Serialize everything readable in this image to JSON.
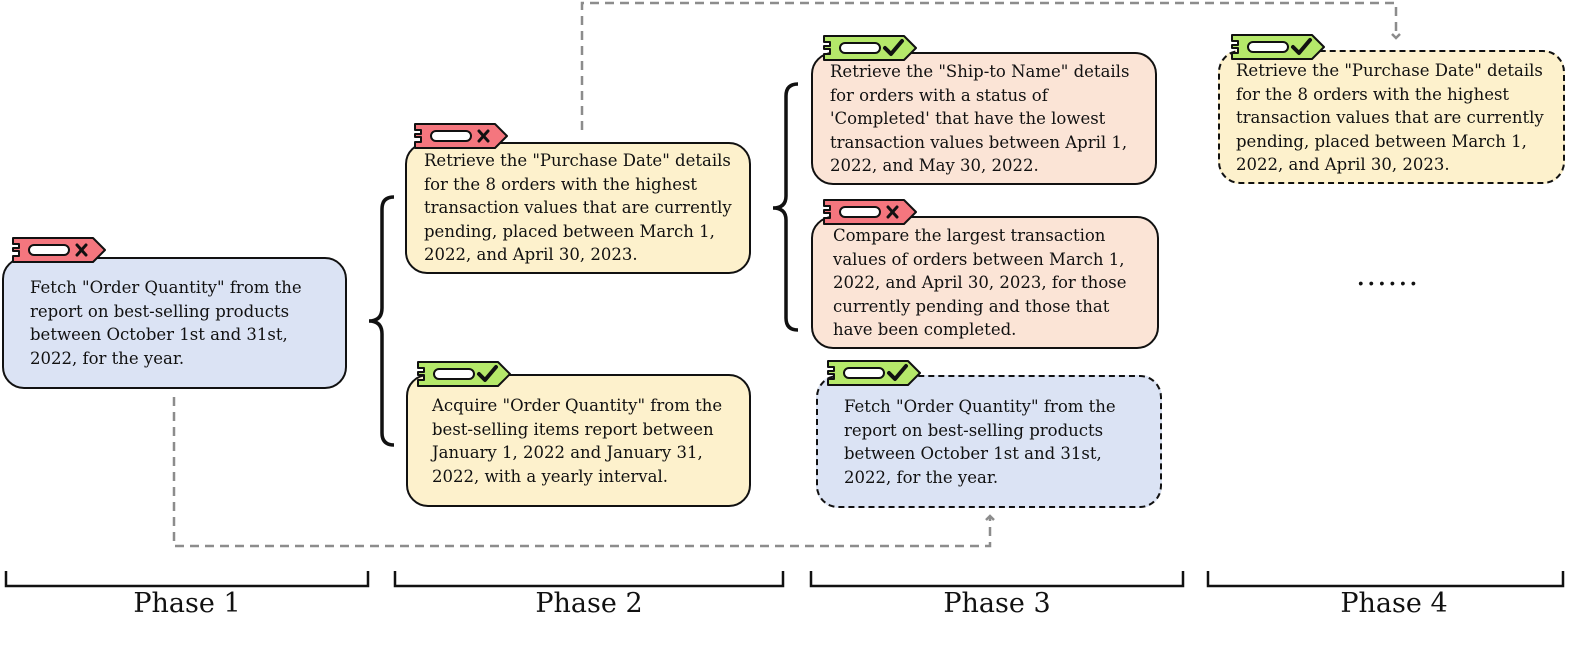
{
  "colors": {
    "blue_fill": "#dbe3f4",
    "yellow_fill": "#fdf1cc",
    "peach_fill": "#fbe4d6",
    "tag_fail": "#f4767e",
    "tag_success": "#b5e86a",
    "connector": "#8c8c8c"
  },
  "nodes": {
    "n1": {
      "text": "Fetch \"Order Quantity\" from the report on best-selling products between October 1st and 31st, 2022, for the year.",
      "status": "fail-x-icon"
    },
    "n2a": {
      "text": "Retrieve the \"Purchase Date\" details for the 8 orders with the highest transaction values that are currently pending, placed between March 1, 2022, and April 30, 2023.",
      "status": "fail-x-icon"
    },
    "n2b": {
      "text": "Acquire \"Order Quantity\" from the best-selling items report between January 1, 2022 and January 31, 2022, with a yearly interval.",
      "status": "success-check-icon"
    },
    "n3a": {
      "text": "Retrieve the \"Ship-to Name\" details for orders with a status of 'Completed' that have the lowest transaction values between April 1, 2022, and May 30, 2022.",
      "status": "success-check-icon"
    },
    "n3b": {
      "text": "Compare the largest transaction values of orders between March 1, 2022, and April 30, 2023, for those currently pending and those that have been completed.",
      "status": "fail-x-icon"
    },
    "n3c": {
      "text": "Fetch \"Order Quantity\" from the report on best-selling products between October 1st and 31st, 2022, for the year.",
      "status": "success-check-icon"
    },
    "n4a": {
      "text": "Retrieve the \"Purchase Date\" details for the 8 orders with the highest transaction values that are currently pending, placed between March 1, 2022, and April 30, 2023.",
      "status": "success-check-icon"
    }
  },
  "ellipsis": "......",
  "phases": [
    "Phase 1",
    "Phase 2",
    "Phase 3",
    "Phase 4"
  ]
}
